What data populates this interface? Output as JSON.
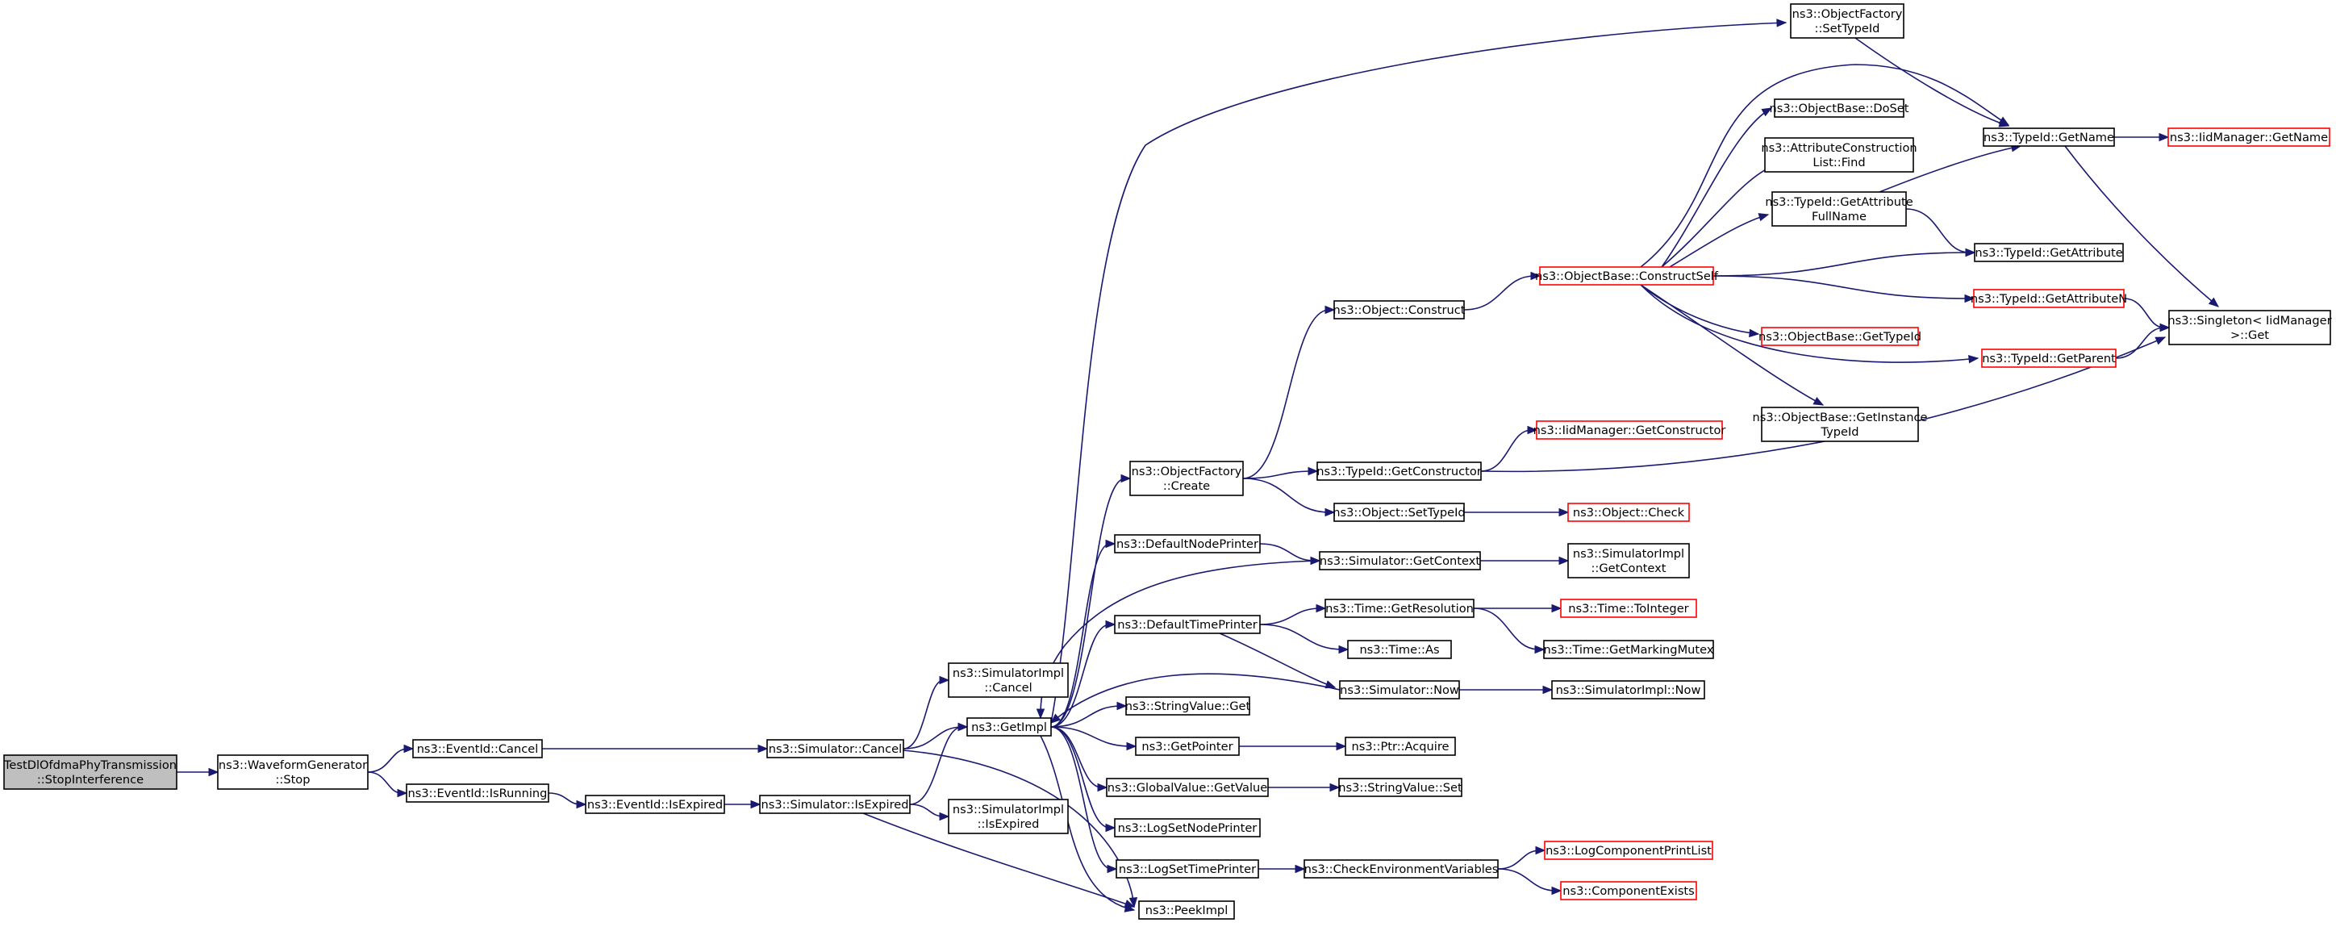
{
  "diagram": {
    "type": "call-graph",
    "colors": {
      "edge": "#191970",
      "node_border": "#000000",
      "truncated_border": "#ff0000",
      "root_fill": "#bfbfbf",
      "background": "#ffffff"
    },
    "nodes": [
      {
        "id": "root",
        "lines": [
          "TestDlOfdmaPhyTransmission",
          "::StopInterference"
        ],
        "style": "root"
      },
      {
        "id": "wg_stop",
        "lines": [
          "ns3::WaveformGenerator",
          "::Stop"
        ]
      },
      {
        "id": "ev_cancel",
        "lines": [
          "ns3::EventId::Cancel"
        ]
      },
      {
        "id": "ev_isrunning",
        "lines": [
          "ns3::EventId::IsRunning"
        ]
      },
      {
        "id": "ev_isexpired",
        "lines": [
          "ns3::EventId::IsExpired"
        ]
      },
      {
        "id": "sim_cancel",
        "lines": [
          "ns3::Simulator::Cancel"
        ]
      },
      {
        "id": "sim_isexpired",
        "lines": [
          "ns3::Simulator::IsExpired"
        ]
      },
      {
        "id": "simimpl_cancel",
        "lines": [
          "ns3::SimulatorImpl",
          "::Cancel"
        ]
      },
      {
        "id": "getimpl",
        "lines": [
          "ns3::GetImpl"
        ]
      },
      {
        "id": "simimpl_isexpired",
        "lines": [
          "ns3::SimulatorImpl",
          "::IsExpired"
        ]
      },
      {
        "id": "peekimpl",
        "lines": [
          "ns3::PeekImpl"
        ]
      },
      {
        "id": "objfactory_create",
        "lines": [
          "ns3::ObjectFactory",
          "::Create"
        ]
      },
      {
        "id": "defnodeprinter",
        "lines": [
          "ns3::DefaultNodePrinter"
        ]
      },
      {
        "id": "deftimeprinter",
        "lines": [
          "ns3::DefaultTimePrinter"
        ]
      },
      {
        "id": "stringvalue_get",
        "lines": [
          "ns3::StringValue::Get"
        ]
      },
      {
        "id": "getpointer",
        "lines": [
          "ns3::GetPointer"
        ]
      },
      {
        "id": "globalvalue_getvalue",
        "lines": [
          "ns3::GlobalValue::GetValue"
        ]
      },
      {
        "id": "logsetnodeprinter",
        "lines": [
          "ns3::LogSetNodePrinter"
        ]
      },
      {
        "id": "logsettimeprinter",
        "lines": [
          "ns3::LogSetTimePrinter"
        ]
      },
      {
        "id": "objfactory_settypeid",
        "lines": [
          "ns3::ObjectFactory",
          "::SetTypeId"
        ]
      },
      {
        "id": "object_construct",
        "lines": [
          "ns3::Object::Construct"
        ]
      },
      {
        "id": "typeid_getconstructor",
        "lines": [
          "ns3::TypeId::GetConstructor"
        ]
      },
      {
        "id": "object_settypeid",
        "lines": [
          "ns3::Object::SetTypeId"
        ]
      },
      {
        "id": "sim_getcontext",
        "lines": [
          "ns3::Simulator::GetContext"
        ]
      },
      {
        "id": "time_getresolution",
        "lines": [
          "ns3::Time::GetResolution"
        ]
      },
      {
        "id": "time_as",
        "lines": [
          "ns3::Time::As"
        ]
      },
      {
        "id": "sim_now",
        "lines": [
          "ns3::Simulator::Now"
        ]
      },
      {
        "id": "ptr_acquire",
        "lines": [
          "ns3::Ptr::Acquire"
        ]
      },
      {
        "id": "stringvalue_set",
        "lines": [
          "ns3::StringValue::Set"
        ]
      },
      {
        "id": "checkenv",
        "lines": [
          "ns3::CheckEnvironmentVariables"
        ]
      },
      {
        "id": "objbase_constructself",
        "lines": [
          "ns3::ObjectBase::ConstructSelf"
        ],
        "style": "red"
      },
      {
        "id": "iidmanager_getconstructor",
        "lines": [
          "ns3::IidManager::GetConstructor"
        ],
        "style": "red"
      },
      {
        "id": "object_check",
        "lines": [
          "ns3::Object::Check"
        ],
        "style": "red"
      },
      {
        "id": "simimpl_getcontext",
        "lines": [
          "ns3::SimulatorImpl",
          "::GetContext"
        ]
      },
      {
        "id": "time_tointeger",
        "lines": [
          "ns3::Time::ToInteger"
        ],
        "style": "red"
      },
      {
        "id": "time_getmarkingmutex",
        "lines": [
          "ns3::Time::GetMarkingMutex"
        ]
      },
      {
        "id": "simimpl_now",
        "lines": [
          "ns3::SimulatorImpl::Now"
        ]
      },
      {
        "id": "logcomponentprintlist",
        "lines": [
          "ns3::LogComponentPrintList"
        ],
        "style": "red"
      },
      {
        "id": "componentexists",
        "lines": [
          "ns3::ComponentExists"
        ],
        "style": "red"
      },
      {
        "id": "objbase_doset",
        "lines": [
          "ns3::ObjectBase::DoSet"
        ]
      },
      {
        "id": "attrconstrlist_find",
        "lines": [
          "ns3::AttributeConstruction",
          "List::Find"
        ]
      },
      {
        "id": "typeid_getattributefullname",
        "lines": [
          "ns3::TypeId::GetAttribute",
          "FullName"
        ]
      },
      {
        "id": "objbase_gettypeid",
        "lines": [
          "ns3::ObjectBase::GetTypeId"
        ],
        "style": "red"
      },
      {
        "id": "objbase_getinstancetypeid",
        "lines": [
          "ns3::ObjectBase::GetInstance",
          "TypeId"
        ]
      },
      {
        "id": "typeid_getname",
        "lines": [
          "ns3::TypeId::GetName"
        ]
      },
      {
        "id": "typeid_getattribute",
        "lines": [
          "ns3::TypeId::GetAttribute"
        ]
      },
      {
        "id": "typeid_getattributen",
        "lines": [
          "ns3::TypeId::GetAttributeN"
        ],
        "style": "red"
      },
      {
        "id": "typeid_getparent",
        "lines": [
          "ns3::TypeId::GetParent"
        ],
        "style": "red"
      },
      {
        "id": "iidmanager_getname",
        "lines": [
          "ns3::IidManager::GetName"
        ],
        "style": "red"
      },
      {
        "id": "singleton_get",
        "lines": [
          "ns3::Singleton< IidManager",
          " >::Get"
        ]
      }
    ],
    "edges": [
      [
        "root",
        "wg_stop"
      ],
      [
        "wg_stop",
        "ev_cancel"
      ],
      [
        "wg_stop",
        "ev_isrunning"
      ],
      [
        "ev_cancel",
        "sim_cancel"
      ],
      [
        "ev_isrunning",
        "ev_isexpired"
      ],
      [
        "ev_isexpired",
        "sim_isexpired"
      ],
      [
        "sim_cancel",
        "simimpl_cancel"
      ],
      [
        "sim_cancel",
        "getimpl"
      ],
      [
        "sim_cancel",
        "peekimpl"
      ],
      [
        "sim_isexpired",
        "getimpl"
      ],
      [
        "sim_isexpired",
        "simimpl_isexpired"
      ],
      [
        "sim_isexpired",
        "peekimpl"
      ],
      [
        "getimpl",
        "objfactory_create"
      ],
      [
        "getimpl",
        "objfactory_settypeid"
      ],
      [
        "getimpl",
        "defnodeprinter"
      ],
      [
        "getimpl",
        "deftimeprinter"
      ],
      [
        "getimpl",
        "stringvalue_get"
      ],
      [
        "getimpl",
        "getpointer"
      ],
      [
        "getimpl",
        "globalvalue_getvalue"
      ],
      [
        "getimpl",
        "logsetnodeprinter"
      ],
      [
        "getimpl",
        "logsettimeprinter"
      ],
      [
        "getimpl",
        "peekimpl"
      ],
      [
        "objfactory_create",
        "object_construct"
      ],
      [
        "objfactory_create",
        "typeid_getconstructor"
      ],
      [
        "objfactory_create",
        "object_settypeid"
      ],
      [
        "defnodeprinter",
        "sim_getcontext"
      ],
      [
        "sim_getcontext",
        "getimpl"
      ],
      [
        "sim_getcontext",
        "simimpl_getcontext"
      ],
      [
        "deftimeprinter",
        "time_getresolution"
      ],
      [
        "deftimeprinter",
        "time_as"
      ],
      [
        "deftimeprinter",
        "sim_now"
      ],
      [
        "sim_now",
        "getimpl"
      ],
      [
        "sim_now",
        "simimpl_now"
      ],
      [
        "getpointer",
        "ptr_acquire"
      ],
      [
        "globalvalue_getvalue",
        "stringvalue_set"
      ],
      [
        "logsettimeprinter",
        "checkenv"
      ],
      [
        "checkenv",
        "logcomponentprintlist"
      ],
      [
        "checkenv",
        "componentexists"
      ],
      [
        "object_construct",
        "objbase_constructself"
      ],
      [
        "typeid_getconstructor",
        "iidmanager_getconstructor"
      ],
      [
        "typeid_getconstructor",
        "singleton_get"
      ],
      [
        "object_settypeid",
        "object_check"
      ],
      [
        "time_getresolution",
        "time_tointeger"
      ],
      [
        "time_getresolution",
        "time_getmarkingmutex"
      ],
      [
        "objbase_constructself",
        "objbase_doset"
      ],
      [
        "objbase_constructself",
        "attrconstrlist_find"
      ],
      [
        "objbase_constructself",
        "typeid_getattributefullname"
      ],
      [
        "objbase_constructself",
        "typeid_getattribute"
      ],
      [
        "objbase_constructself",
        "typeid_getattributen"
      ],
      [
        "objbase_constructself",
        "objbase_gettypeid"
      ],
      [
        "objbase_constructself",
        "typeid_getparent"
      ],
      [
        "objbase_constructself",
        "objbase_getinstancetypeid"
      ],
      [
        "objbase_constructself",
        "typeid_getname"
      ],
      [
        "typeid_getattributefullname",
        "typeid_getname"
      ],
      [
        "typeid_getattributefullname",
        "typeid_getattribute"
      ],
      [
        "objfactory_settypeid",
        "typeid_getname"
      ],
      [
        "typeid_getname",
        "iidmanager_getname"
      ],
      [
        "typeid_getname",
        "singleton_get"
      ],
      [
        "typeid_getattributen",
        "singleton_get"
      ],
      [
        "typeid_getparent",
        "singleton_get"
      ]
    ]
  }
}
